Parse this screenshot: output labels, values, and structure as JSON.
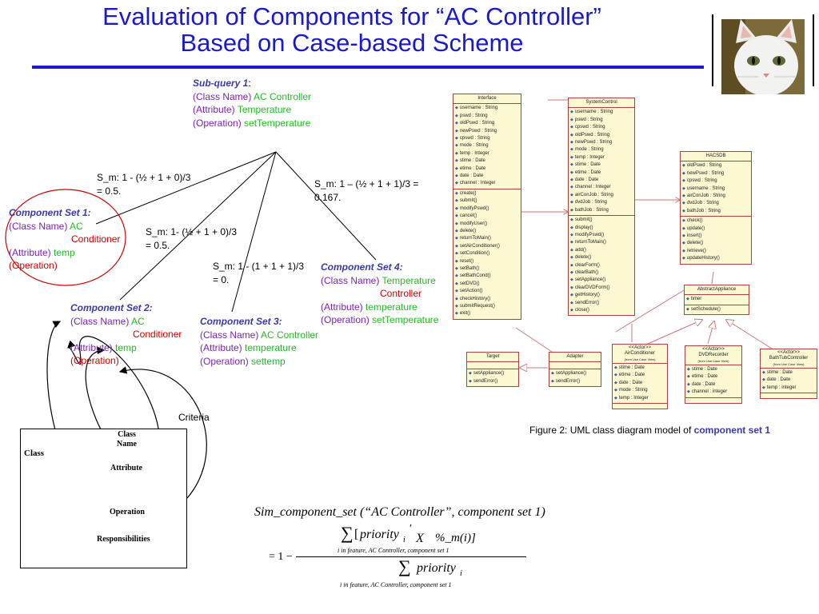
{
  "title": {
    "line1": "Evaluation of Components for “AC Controller”",
    "line2": "Based on Case-based Scheme"
  },
  "subquery": {
    "label": "Sub-query 1",
    "colon": ":",
    "class_key": "(Class Name)",
    "class_val": "AC Controller",
    "attr_key": "(Attribute)",
    "attr_val": "Temperature",
    "op_key": "(Operation)",
    "op_val": "setTemperature"
  },
  "sm_labels": {
    "s1": [
      "S_m: 1 - (½ + 1 + 0)/3",
      "= 0.5."
    ],
    "s4": [
      "S_m: 1 – (½ + 1 + 1)/3 =",
      "0.167."
    ],
    "s2": [
      "S_m: 1- (½ + 1 + 0)/3",
      "= 0.5."
    ],
    "s3": [
      "S_m: 1 - (1 + 1 + 1)/3",
      "= 0."
    ]
  },
  "set1": {
    "label": "Component Set 1:",
    "class_key": "(Class Name)",
    "class_val1": "AC",
    "class_val2": "Conditioner",
    "attr_key": "(Attribute)",
    "attr_val": "temp",
    "op_key": "(Operation)"
  },
  "set2": {
    "label": "Component Set 2:",
    "class_key": "(Class Name)",
    "class_val1": "AC",
    "class_val2": "Conditioner",
    "attr_key": "(Attribute)",
    "attr_val": "temp",
    "op_key": "(Operation)"
  },
  "set3": {
    "label": "Component Set 3:",
    "class_key": "(Class Name)",
    "class_val": "AC Controller",
    "attr_key": "(Attribute)",
    "attr_val": "temperature",
    "op_key": "(Operation)",
    "op_val": "settemp"
  },
  "set4": {
    "label": "Component Set 4:",
    "class_key": "(Class Name)",
    "class_val1": "Temperature",
    "class_val2": "Controller",
    "attr_key": "(Attribute)",
    "attr_val": "temperature",
    "op_key": "(Operation)",
    "op_val": "setTemperature"
  },
  "criteria": {
    "label": "Criteria",
    "class": "Class",
    "class_name": [
      "Class",
      "Name"
    ],
    "attribute": "Attribute",
    "operation": "Operation",
    "responsibilities": "Responsibilities"
  },
  "figure_caption": {
    "text": "Figure 2: UML class diagram model of ",
    "emph": "component set 1"
  },
  "uml": {
    "interface": {
      "name": "Interface",
      "attrs": [
        "username : String",
        "pswd : String",
        "oldPswd : String",
        "newPswd : String",
        "cpswd : String",
        "mode : String",
        "temp : Integer",
        "stime : Date",
        "etime : Date",
        "date : Date",
        "channel : Integer"
      ],
      "ops": [
        "create()",
        "submit()",
        "modifyPswd()",
        "cancel()",
        "modifyUser()",
        "delete()",
        "returnToMain()",
        "setAirConditioner()",
        "setCondition()",
        "reset()",
        "setBath()",
        "setBathCond()",
        "setDVD()",
        "setAction()",
        "checkHistory()",
        "submitRequest()",
        "exit()"
      ]
    },
    "systemcontrol": {
      "name": "SystemControl",
      "attrs": [
        "username : String",
        "pswd : String",
        "cpswd : String",
        "oldPswd : String",
        "newPswd : String",
        "mode : String",
        "temp : Integer",
        "stime : Date",
        "etime : Date",
        "date : Date",
        "channel : Integer",
        "airConJob : String",
        "dvdJob : String",
        "bathJob : String"
      ],
      "ops": [
        "submit()",
        "display()",
        "modifyPswd()",
        "returnToMain()",
        "add()",
        "delete()",
        "clearForm()",
        "clearBath()",
        "setAppliance()",
        "clearDVDForm()",
        "getHistory()",
        "sendError()",
        "close()"
      ]
    },
    "hacsdb": {
      "name": "HACSDB",
      "attrs": [
        "oldPswd : String",
        "newPswd : String",
        "cpswd : String",
        "username : String",
        "airConJob : String",
        "dvdJob : String",
        "bathJob : String"
      ],
      "ops": [
        "check()",
        "update()",
        "insert()",
        "delete()",
        "retrieve()",
        "updateHistory()"
      ]
    },
    "abstractappliance": {
      "name": "AbstractAppliance",
      "attrs": [
        "timer"
      ],
      "ops": [
        "setSchedule()"
      ]
    },
    "target": {
      "name": "Target",
      "attrs": [],
      "ops": [
        "setAppliance()",
        "sendError()"
      ]
    },
    "adapter": {
      "name": "Adapter",
      "attrs": [],
      "ops": [
        "setAppliance()",
        "sendError()"
      ]
    },
    "airconditioner": {
      "stereo": "<<Actor>>",
      "name": "AirConditioner",
      "from": "(from Use Case View)",
      "attrs": [
        "stime : Date",
        "etime : Date",
        "date : Date",
        "mode : String",
        "temp : Integer"
      ]
    },
    "dvdrecorder": {
      "stereo": "<<Actor>>",
      "name": "DVDRecorder",
      "from": "(from Use Case View)",
      "attrs": [
        "stime : Date",
        "etime : Date",
        "date : Date",
        "channel : integer"
      ]
    },
    "bathtub": {
      "stereo": "<<Actor>>",
      "name": "BathTubController",
      "from": "(from Use Case View)",
      "attrs": [
        "stime : Date",
        "date : Date",
        "temp : integer"
      ]
    }
  },
  "formula": {
    "heading": "Sim_component_set (“AC Controller”, component set 1)",
    "sum": "∑",
    "num_open": "[",
    "num_priority": "priority",
    "num_sub": "i",
    "num_prime": "′",
    "num_x": "X",
    "num_pct": "%_m(i)]",
    "num_range": "i  in feature, AC Controller, component set 1",
    "lhs": "= 1 −",
    "den_priority": "priority",
    "den_sub": "i",
    "den_range": "i  in feature, AC Controller, component set 1"
  },
  "colors": {
    "title": "#1a1acc",
    "purple": "#7a22b8",
    "green": "#22bb22",
    "red": "#cc0000",
    "uml_fill": "#fbf8d2",
    "uml_border": "#b04040"
  },
  "icons": {
    "photo": "white-cat-photo"
  }
}
